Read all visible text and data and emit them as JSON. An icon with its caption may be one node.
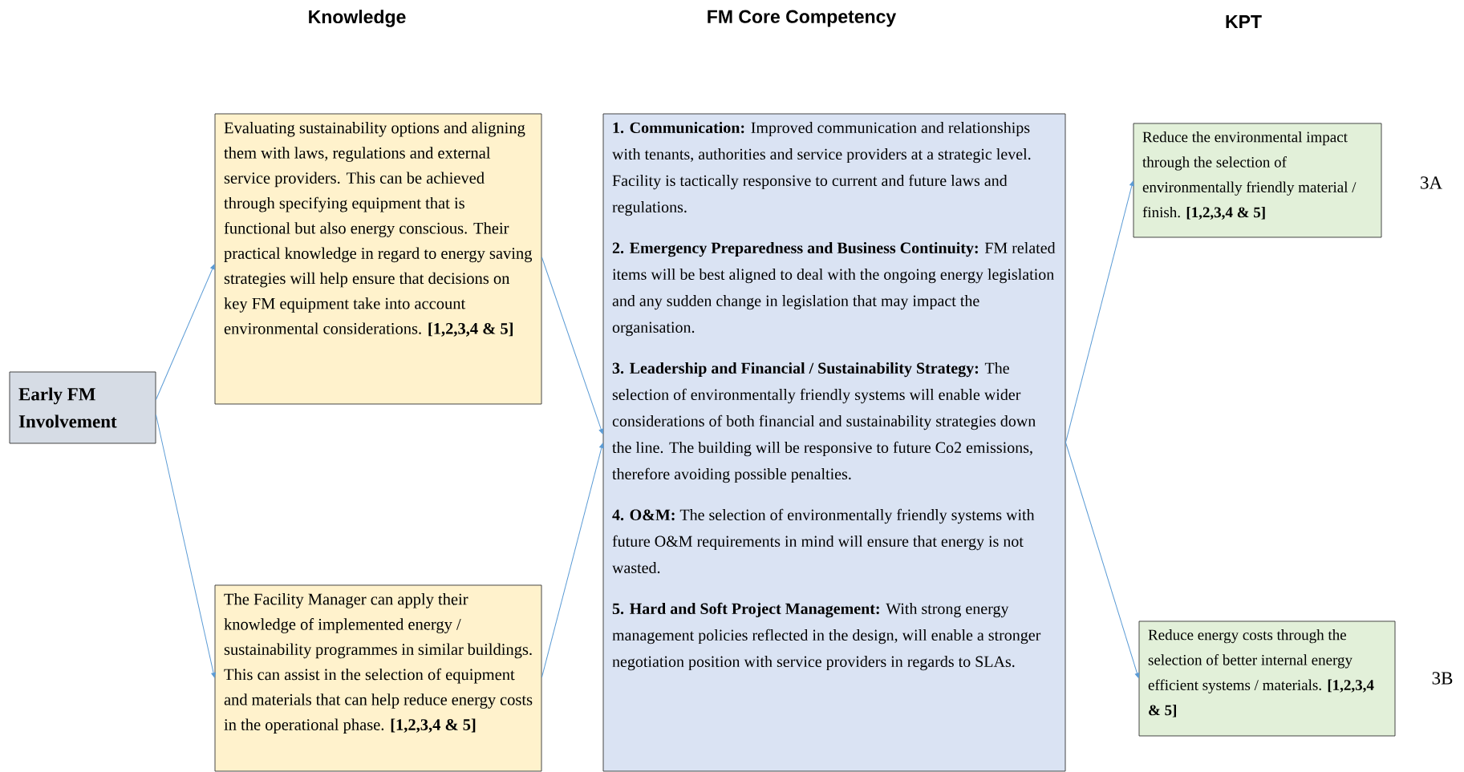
{
  "diagram": {
    "nodes": [
      {
        "text": [
          "Early FM Involvement"
        ]
      },
      {
        "text": [
          "Evaluating sustainability options and aligning them with laws, regulations and external service providers. This can be achieved through specifying equipment that is functional but also energy conscious. Their practical knowledge in regard to energy saving strategies will help ensure that decisions on key FM equipment take into account environmental considerations. **[1,2,3,4 & 5]**"
        ]
      },
      {
        "text": [
          "The Facility Manager can apply their knowledge of implemented energy / sustainability programmes in similar buildings. This can assist in the selection of equipment and materials that can help reduce energy costs in the operational phase. **[1,2,3,4 & 5]**"
        ]
      },
      {
        "text": [
          "**1. Communication:** Improved communication and relationships with tenants, authorities and service providers at a strategic level. Facility is tactically responsive to current and future laws and regulations.",
          "**2. Emergency Preparedness and Business Continuity:** FM related items will be best aligned to deal with the ongoing energy legislation and any sudden change in legislation that may impact the organisation.",
          "**3. Leadership and Financial / Sustainability Strategy:** The selection of environmentally friendly systems will enable wider considerations of both financial and sustainability strategies down the line. The building will be responsive to future Co2 emissions, therefore avoiding possible penalties.",
          "**4. O&M:** The selection of environmentally friendly systems with future O&M requirements in mind will ensure that energy is not wasted.",
          "**5. Hard and Soft Project Management:** With strong energy management policies reflected in the design, will enable a stronger negotiation position with service providers in regards to SLAs."
        ]
      },
      {
        "text": [
          "Reduce the environmental impact through the selection of environmentally friendly material / finish. **[1,2,3,4 & 5]**"
        ],
        "beside": [
          "3A"
        ]
      },
      {
        "text": [
          "Reduce energy costs through the selection of better internal energy efficient systems / materials. **[1,2,3,4 & 5]**"
        ],
        "beside": [
          "3B"
        ]
      }
    ],
    "edges": [
      {
        "from": 0,
        "to": 1,
        "arrow": "to"
      },
      {
        "from": 0,
        "to": 2,
        "arrow": "to"
      },
      {
        "from": 1,
        "to": 3,
        "arrow": "to"
      },
      {
        "from": 2,
        "to": 3,
        "arrow": "to"
      },
      {
        "from": 3,
        "to": 4,
        "arrow": "to"
      },
      {
        "from": 3,
        "to": 5,
        "arrow": "to"
      }
    ],
    "labels": [
      "Knowledge",
      "FM Core Competency",
      "KPT"
    ]
  }
}
